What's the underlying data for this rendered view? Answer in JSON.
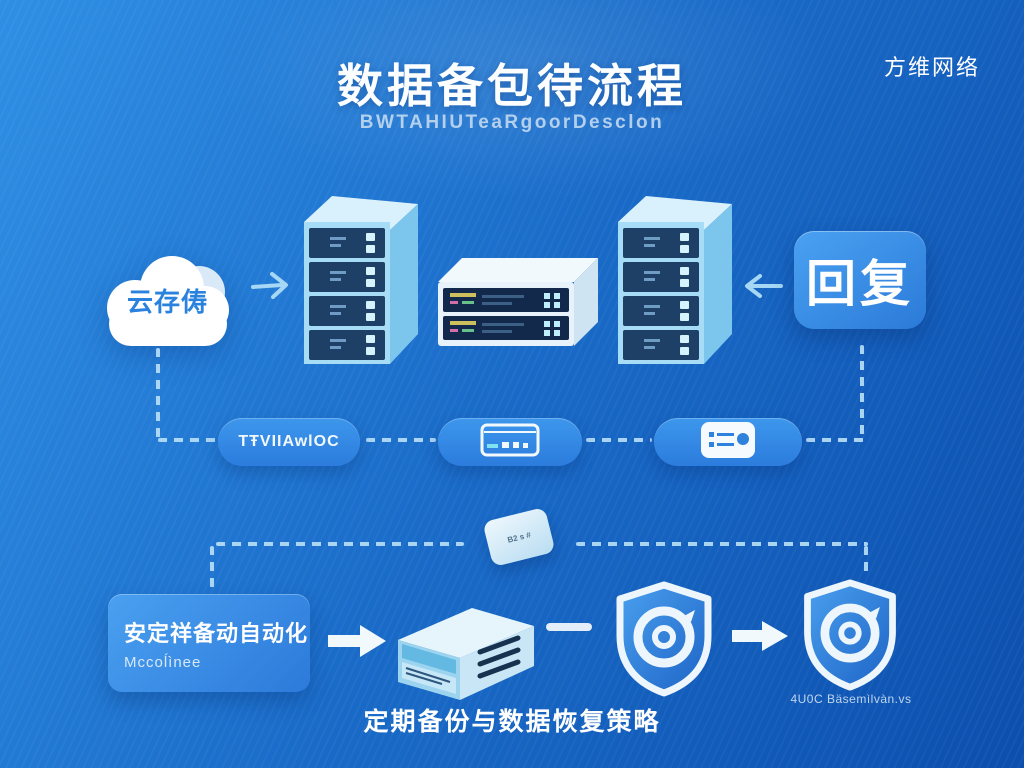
{
  "brand": "方维网络",
  "header": {
    "title": "数据备包待流程",
    "subtitle": "BWTAHIUTeaRgoorDesclon"
  },
  "flow": {
    "cloud": "云存俦",
    "recover": "回复",
    "tag": "TŦVIIAwlOC",
    "chip": "B2 s #",
    "badge_title": "安定祥备动自动化",
    "badge_subtitle": "Mccoĺìnee",
    "shield_caption": "4U0C Bäsemìlvàn.vs"
  },
  "footer": "定期备份与数据恢复策略",
  "icons": [
    "cloud-icon",
    "server-tower-icon",
    "storage-device-icon",
    "arrow-right-icon",
    "arrow-left-icon",
    "card-icon",
    "settings-card-icon",
    "chip-icon",
    "server-box-icon",
    "shield-icon",
    "bold-arrow-icon"
  ],
  "colors": {
    "bg_start": "#2f8fe4",
    "bg_mid": "#1a6cc9",
    "bg_end": "#0c4fae",
    "accent": "#3b96ec",
    "panel_dark": "#1e3f66",
    "light_blue": "#a6dcf6",
    "white": "#ffffff"
  }
}
